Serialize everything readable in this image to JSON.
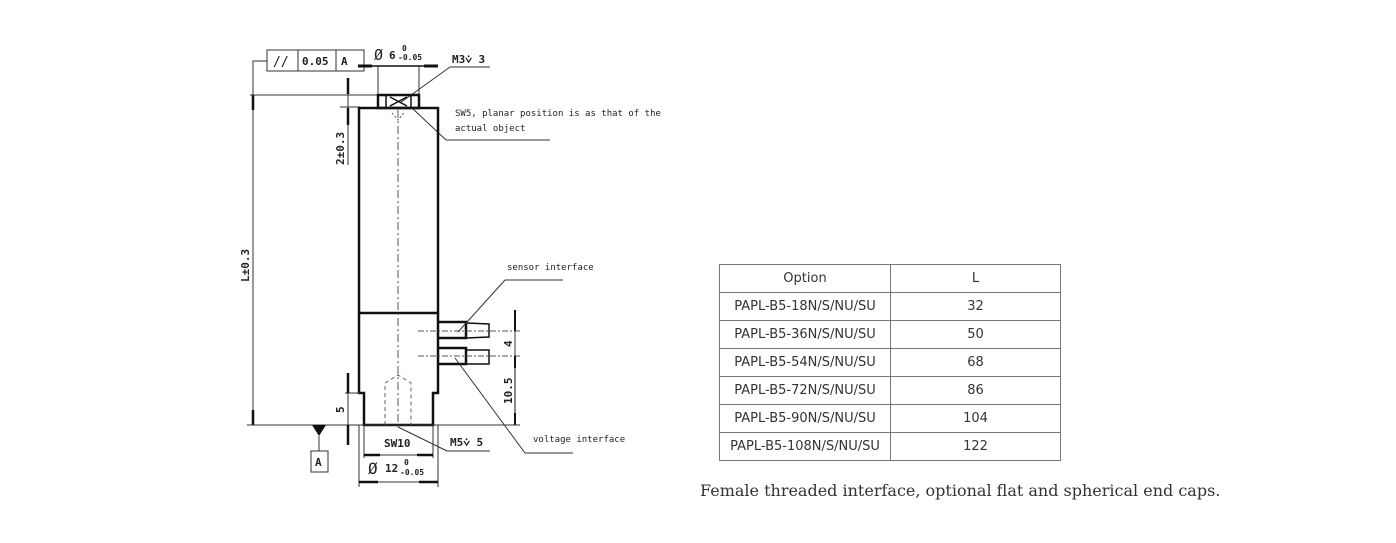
{
  "drawing": {
    "tolerance_frame": {
      "symbol": "//",
      "value": "0.05",
      "datum": "A"
    },
    "top_diameter": {
      "symbol": "Ø",
      "nominal": "6",
      "upper": "0",
      "lower": "-0.05"
    },
    "top_thread": "M3⩒ 3",
    "sw5_note_line1": "SW5, planar position is as that of the",
    "sw5_note_line2": "actual object",
    "dim_top_offset": "2±0.3",
    "dim_length": "L±0.3",
    "sensor_label": "sensor interface",
    "voltage_label": "voltage interface",
    "dim_connector_spacing": "4",
    "dim_connector_height": "10.5",
    "dim_bottom_step": "5",
    "bottom_wrench": "SW10",
    "bottom_thread": "M5⩒ 5",
    "bottom_diameter": {
      "symbol": "Ø",
      "nominal": "12",
      "upper": "0",
      "lower": "-0.05"
    },
    "datum_label": "A"
  },
  "table": {
    "headers": [
      "Option",
      "L"
    ],
    "rows": [
      [
        "PAPL-B5-18N/S/NU/SU",
        "32"
      ],
      [
        "PAPL-B5-36N/S/NU/SU",
        "50"
      ],
      [
        "PAPL-B5-54N/S/NU/SU",
        "68"
      ],
      [
        "PAPL-B5-72N/S/NU/SU",
        "86"
      ],
      [
        "PAPL-B5-90N/S/NU/SU",
        "104"
      ],
      [
        "PAPL-B5-108N/S/NU/SU",
        "122"
      ]
    ]
  },
  "caption": "Female threaded interface, optional flat and spherical end caps."
}
